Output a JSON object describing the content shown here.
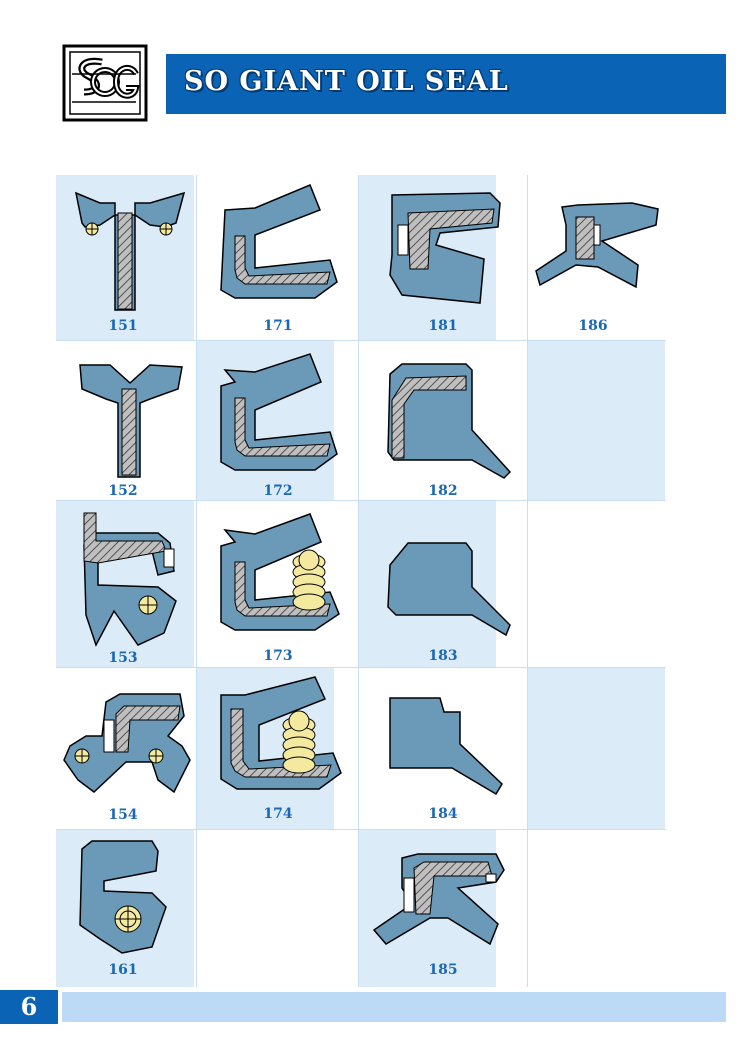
{
  "header": {
    "title": "SO GIANT OIL SEAL",
    "logo_text": "SG"
  },
  "colors": {
    "brand_blue": "#0b63b6",
    "seal_blue": "#6b99b8",
    "spring_yellow": "#f3eaa0",
    "cell_shade": "#dcebf8",
    "label_blue": "#1a68b3"
  },
  "seals": [
    {
      "code": "151"
    },
    {
      "code": "171"
    },
    {
      "code": "181"
    },
    {
      "code": "186"
    },
    {
      "code": "152"
    },
    {
      "code": "172"
    },
    {
      "code": "182"
    },
    {
      "code": "153"
    },
    {
      "code": "173"
    },
    {
      "code": "183"
    },
    {
      "code": "154"
    },
    {
      "code": "174"
    },
    {
      "code": "184"
    },
    {
      "code": "161"
    },
    {
      "code": "185"
    }
  ],
  "footer": {
    "page_number": "6"
  }
}
